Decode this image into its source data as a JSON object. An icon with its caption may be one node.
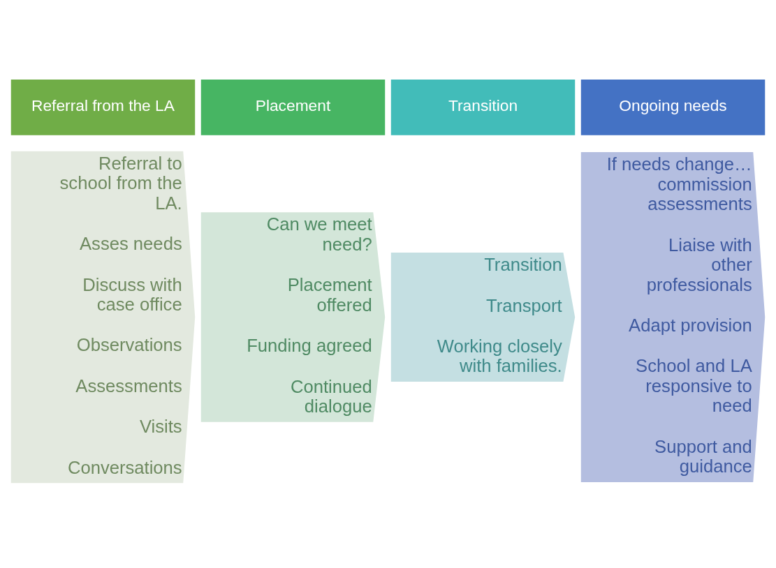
{
  "diagram": {
    "nodes": [
      {
        "text": [
          "Referral from the LA"
        ]
      },
      {
        "text": [
          "Placement"
        ]
      },
      {
        "text": [
          "Transition"
        ]
      },
      {
        "text": [
          "Ongoing needs"
        ]
      },
      {
        "text": [
          "Referral to school from the LA.",
          "Asses needs",
          "Discuss with case office",
          "Observations",
          "Assessments",
          "Visits",
          "Conversations"
        ]
      },
      {
        "text": [
          "Can we meet need?",
          "Placement offered",
          "Funding agreed",
          "Continued dialogue"
        ]
      },
      {
        "text": [
          "Transition",
          "Transport",
          "Working closely with families."
        ]
      },
      {
        "text": [
          "If needs change… commission assessments",
          "Liaise with other professionals",
          "Adapt provision",
          "School and LA responsive to need",
          "Support and guidance"
        ]
      }
    ],
    "edges": []
  }
}
